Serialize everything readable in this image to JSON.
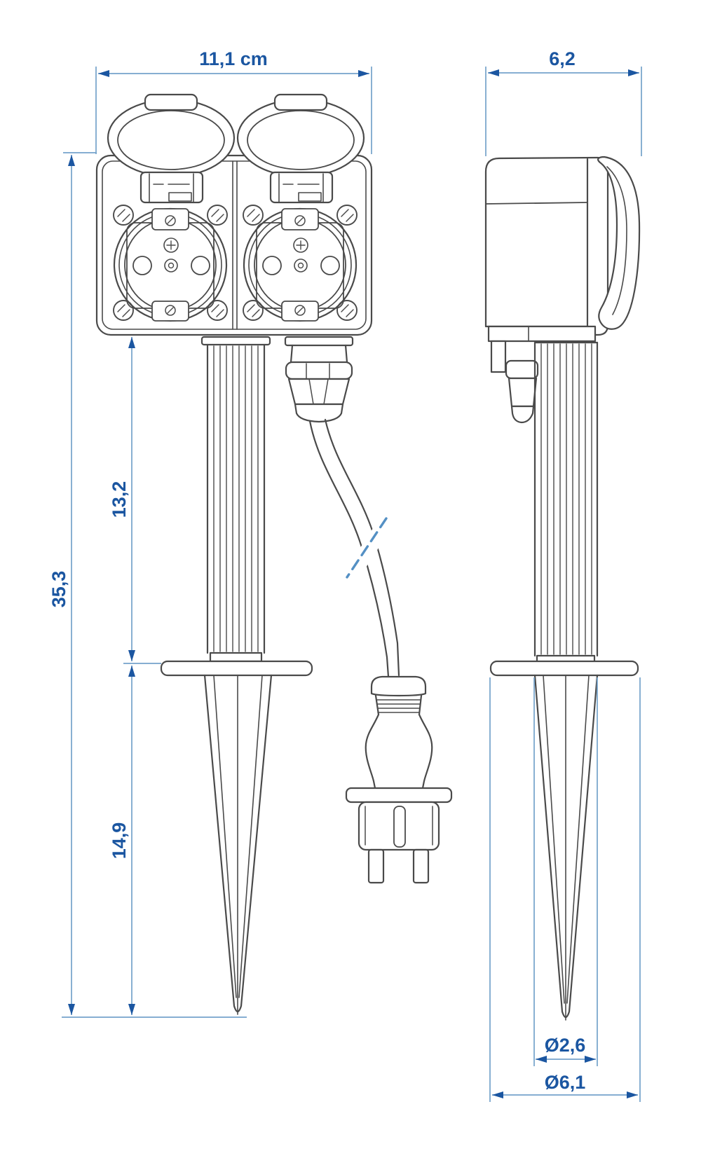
{
  "dims": {
    "front_width": "11,1 cm",
    "side_width": "6,2",
    "overall_height": "35,3",
    "body_to_collar": "13,2",
    "spike_length": "14,9",
    "spike_diameter": "Ø2,6",
    "collar_diameter": "Ø6,1"
  },
  "colors": {
    "dimension_line": "#74a3cb",
    "dimension_accent": "#1b56a1",
    "drawing_line": "#4a4a4a",
    "background": "#ffffff"
  }
}
